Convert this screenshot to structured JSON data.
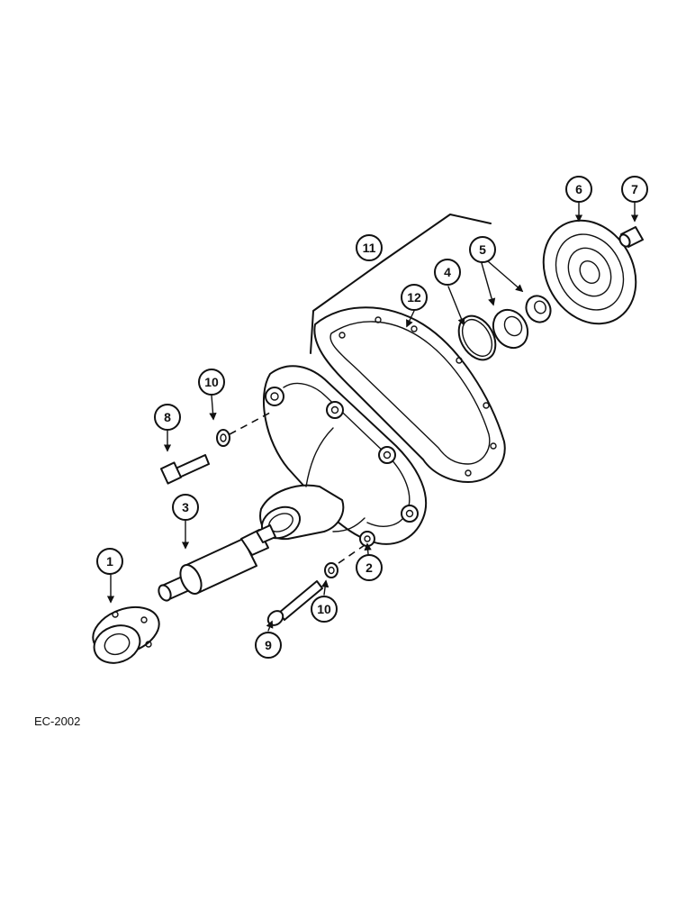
{
  "figure_code": "EC-2002",
  "callouts": [
    {
      "id": "c1",
      "label": "1"
    },
    {
      "id": "c2",
      "label": "2"
    },
    {
      "id": "c3",
      "label": "3"
    },
    {
      "id": "c4",
      "label": "4"
    },
    {
      "id": "c5",
      "label": "5"
    },
    {
      "id": "c6",
      "label": "6"
    },
    {
      "id": "c7",
      "label": "7"
    },
    {
      "id": "c8",
      "label": "8"
    },
    {
      "id": "c9",
      "label": "9"
    },
    {
      "id": "c10a",
      "label": "10"
    },
    {
      "id": "c10b",
      "label": "10"
    },
    {
      "id": "c11",
      "label": "11"
    },
    {
      "id": "c12",
      "label": "12"
    }
  ]
}
